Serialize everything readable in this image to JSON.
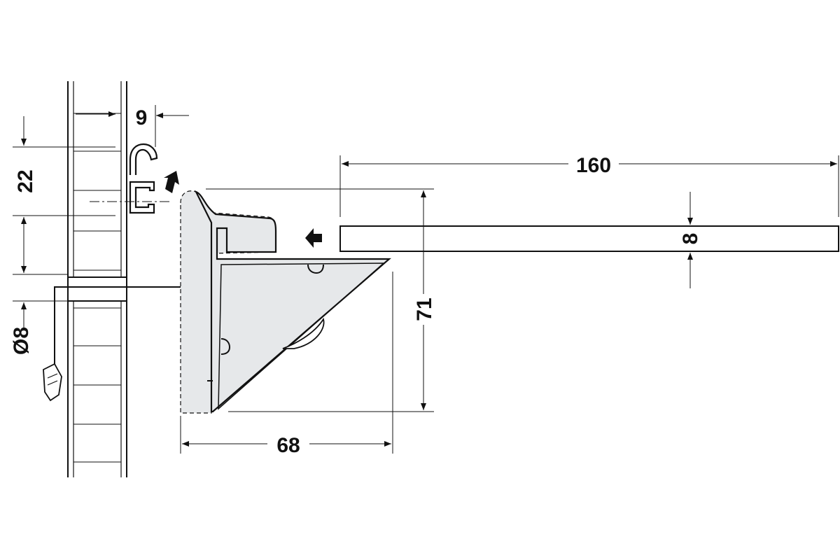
{
  "dimensions": {
    "rail_gap": "9",
    "slot_pitch": "22",
    "cable_diameter": "Ø8",
    "shelf_length": "160",
    "shelf_thickness": "8",
    "bracket_height": "71",
    "bracket_depth": "68"
  },
  "colors": {
    "line": "#111111",
    "bracket_fill": "#e6e8ea",
    "background": "#ffffff"
  },
  "icons": [
    "arrow-hook-in-icon",
    "arrow-push-in-icon"
  ]
}
